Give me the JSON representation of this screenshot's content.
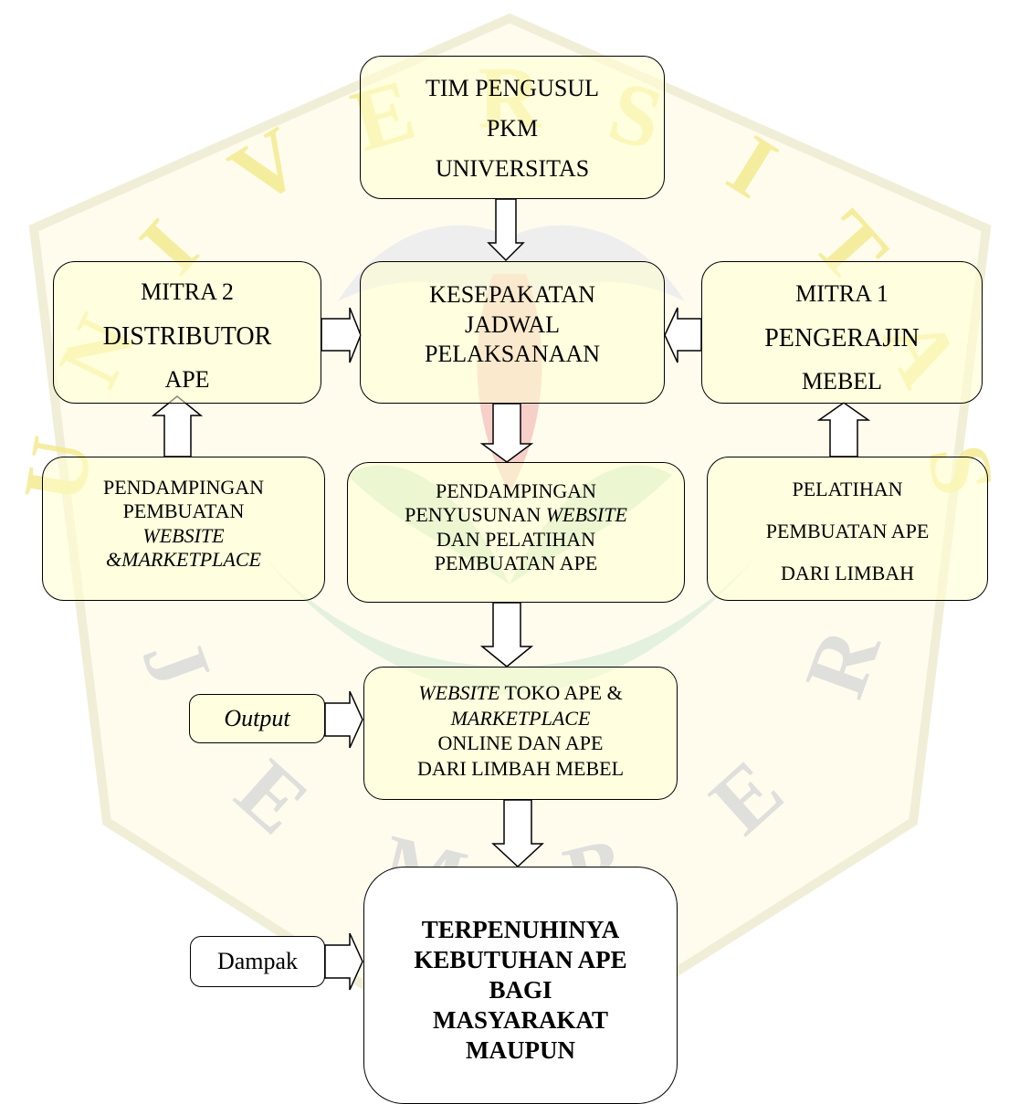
{
  "watermark": {
    "letters": [
      "U",
      "N",
      "I",
      "V",
      "E",
      "R",
      "S",
      "I",
      "T",
      "A",
      "S"
    ],
    "bottom_letters": [
      "J",
      "E",
      "M",
      "B",
      "E",
      "R"
    ],
    "colors": {
      "yellow": "#f3e98a",
      "gray": "#d8d8d8",
      "green": "#b9dcb0",
      "red": "#f0b0a8"
    }
  },
  "nodes": {
    "tim_pengusul": {
      "lines": [
        "TIM PENGUSUL",
        "PKM",
        "UNIVERSITAS"
      ]
    },
    "kesepakatan": {
      "lines": [
        "KESEPAKATAN",
        "JADWAL",
        "PELAKSANAAN"
      ]
    },
    "mitra2": {
      "lines": [
        "MITRA 2",
        "DISTRIBUTOR",
        "APE"
      ]
    },
    "mitra1": {
      "lines": [
        "MITRA 1",
        "PENGERAJIN",
        "MEBEL"
      ]
    },
    "pend_website_market": {
      "lines": [
        "PENDAMPINGAN",
        "PEMBUATAN",
        "WEBSITE",
        "&MARKETPLACE"
      ]
    },
    "pend_penyusunan": {
      "line1": "PENDAMPINGAN",
      "line2_prefix": "PENYUSUNAN ",
      "line2_italic": "WEBSITE",
      "line3": "DAN PELATIHAN",
      "line4": "PEMBUATAN APE"
    },
    "pelatihan": {
      "lines": [
        "PELATIHAN",
        "PEMBUATAN APE",
        "DARI LIMBAH"
      ]
    },
    "output_label": {
      "text": "Output"
    },
    "website_toko": {
      "line1_italic": "WEBSITE",
      "line1_rest": " TOKO APE  &",
      "line2_italic": "MARKETPLACE",
      "line3": "ONLINE DAN APE",
      "line4": "DARI LIMBAH MEBEL"
    },
    "dampak_label": {
      "text": "Dampak"
    },
    "terpenuhinya": {
      "lines": [
        "TERPENUHINYA",
        "KEBUTUHAN APE",
        "BAGI",
        "MASYARAKAT",
        "MAUPUN"
      ]
    }
  }
}
